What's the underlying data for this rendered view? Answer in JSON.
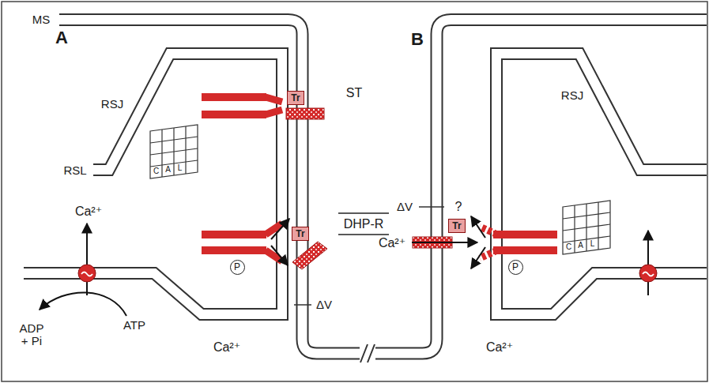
{
  "diagram": {
    "nodes": [
      {
        "text": [
          "Tr"
        ]
      },
      {
        "text": [
          "Tr"
        ]
      },
      {
        "text": [
          "Tr"
        ]
      },
      {
        "text": [
          "P"
        ]
      },
      {
        "text": [
          "P"
        ]
      }
    ],
    "labels": [
      "MS",
      "A",
      "B",
      "ST",
      "RSJ",
      "RSJ",
      "RSL",
      "C",
      "A",
      "L",
      "C",
      "A",
      "L",
      "Ca²⁺",
      "ΔV",
      "?",
      "Ca²⁺",
      "DHP-R",
      "ΔV",
      "ADP + Pi",
      "ATP",
      "Ca²⁺",
      "Ca²⁺"
    ]
  }
}
